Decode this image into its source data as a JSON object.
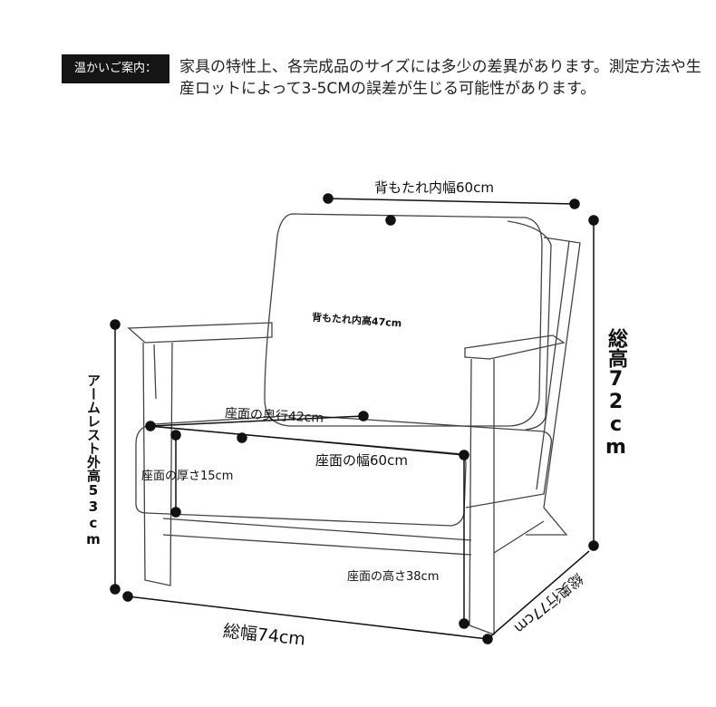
{
  "notice": {
    "badge": "温かいご案内：",
    "text": "家具の特性上、各完成品のサイズには多少の差異があります。測定方法や生産ロットによって3-5CMの誤差が生じる可能性があります。"
  },
  "dimensions": {
    "back_inner_width": "背もたれ内幅60cm",
    "back_inner_height": "背もたれ内高47cm",
    "total_height": "総高72cm",
    "arm_height": "アームレスト外高53cm",
    "seat_depth": "座面の奥行42cm",
    "seat_width": "座面の幅60cm",
    "seat_thickness": "座面の厚さ15cm",
    "seat_height": "座面の高さ38cm",
    "total_width": "総幅74cm",
    "total_depth": "総奥行77cm"
  }
}
